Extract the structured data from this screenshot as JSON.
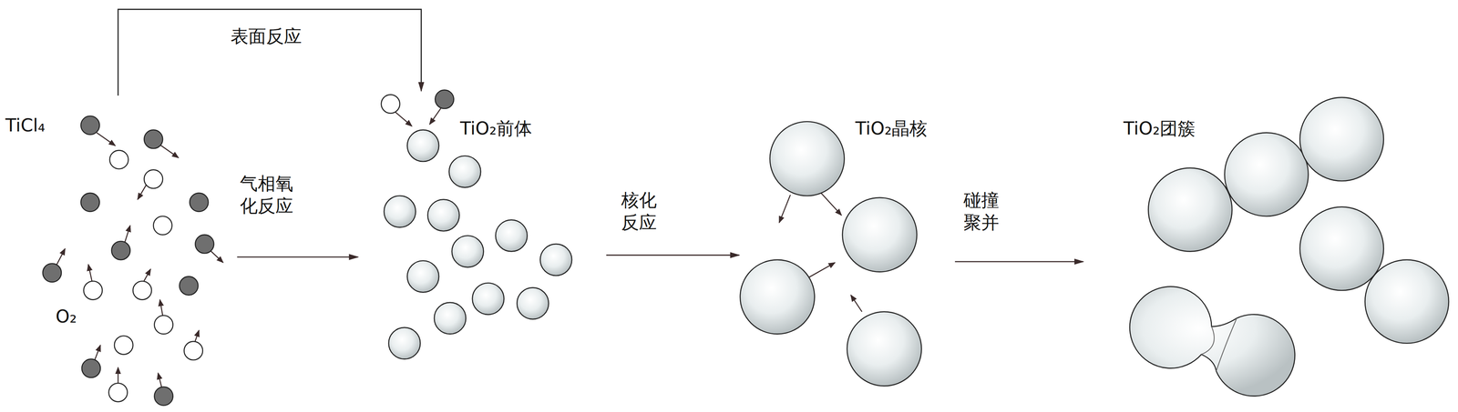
{
  "diagram": {
    "labels": [
      "表面反应",
      "TiCl₄",
      "O₂",
      "气相氧化反应",
      "TiO₂前体",
      "核化反应",
      "TiO₂晶核",
      "碰撞聚并",
      "TiO₂团簇"
    ]
  }
}
